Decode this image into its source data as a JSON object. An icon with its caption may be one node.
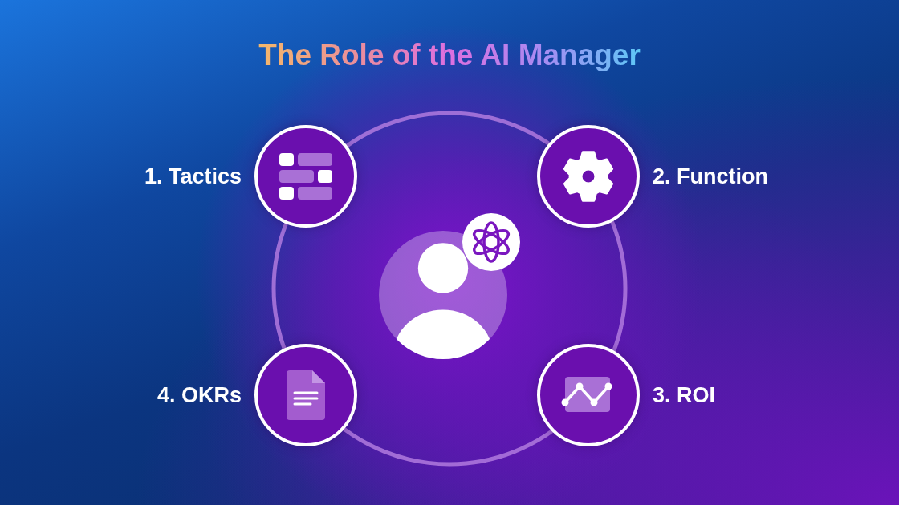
{
  "diagram": {
    "title": "The Role of the AI Manager",
    "nodes": [
      {
        "text": [],
        "shape": "circle",
        "beside": [
          "1. Tactics"
        ]
      },
      {
        "text": [],
        "shape": "circle",
        "beside": [
          "2. Function"
        ]
      },
      {
        "text": [],
        "shape": "circle",
        "beside": [
          "3. ROI"
        ]
      },
      {
        "text": [],
        "shape": "circle",
        "beside": [
          "4. OKRs"
        ]
      },
      {
        "text": [],
        "shape": "person"
      }
    ]
  }
}
